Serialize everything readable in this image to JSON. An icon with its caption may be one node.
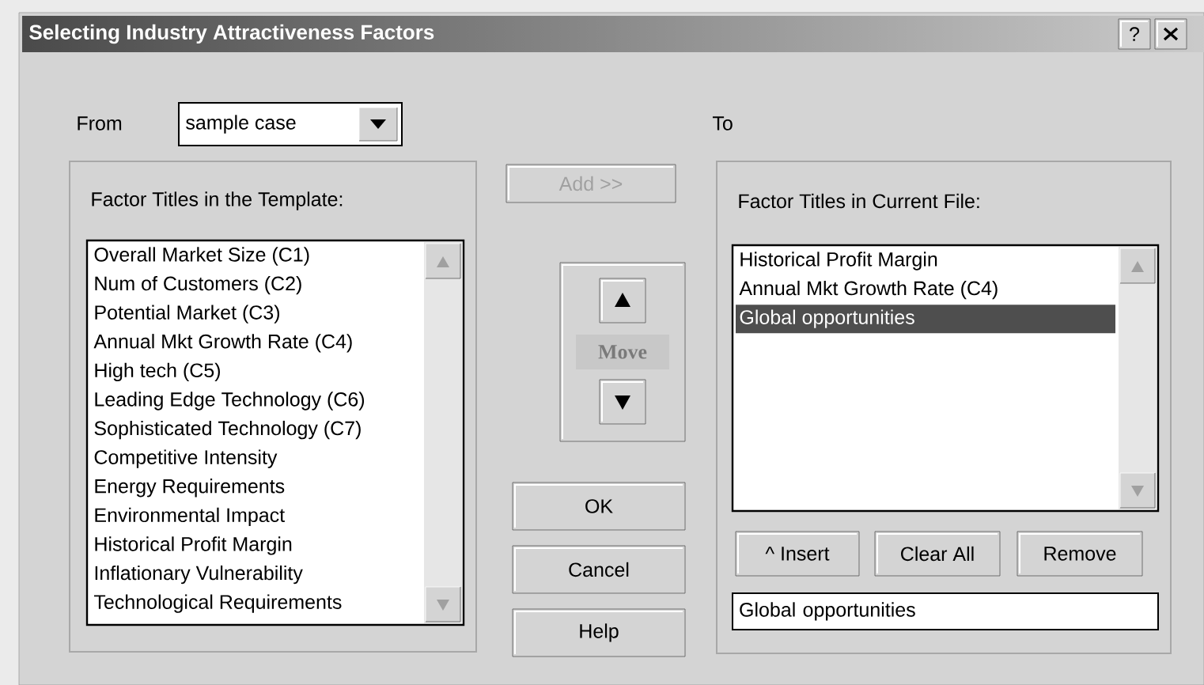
{
  "diagram": {
    "title": "Selecting Industry Attractiveness Factors",
    "nodes": [
      {
        "text": [],
        "shape": "box"
      },
      {
        "text": [
          "?"
        ],
        "in": 0
      },
      {
        "text": [],
        "shape": "box",
        "in": 0
      },
      {
        "text": [
          "sample case"
        ],
        "in": 0
      },
      {
        "text": [
          "Factor Titles in the Template:"
        ],
        "in": 0
      },
      {
        "text": [
          "Overall Market Size (C1)",
          "Num of Customers (C2)",
          "Potential Market (C3)",
          "Annual Mkt Growth Rate (C4)",
          "High tech (C5)",
          "Leading Edge Technology (C6)",
          "Sophisticated Technology (C7)",
          "Competitive Intensity",
          "Energy Requirements",
          "Environmental Impact",
          "Historical Profit Margin",
          "Inflationary Vulnerability",
          "Technological Requirements"
        ],
        "in": 4
      },
      {
        "text": [
          "Add >>"
        ],
        "in": 0
      },
      {
        "text": [
          "Move"
        ],
        "in": 0
      },
      {
        "text": [],
        "shape": "box",
        "in": 7
      },
      {
        "text": [],
        "shape": "box",
        "in": 7
      },
      {
        "text": [
          "OK"
        ],
        "in": 0
      },
      {
        "text": [
          "Cancel"
        ],
        "in": 0
      },
      {
        "text": [
          "Help"
        ],
        "in": 0
      },
      {
        "text": [
          "Factor Titles in Current File:"
        ],
        "in": 0
      },
      {
        "text": [
          "Historical Profit Margin",
          "Annual Mkt Growth Rate (C4)",
          "Global opportunities"
        ],
        "in": 13
      },
      {
        "text": [
          "^ Insert"
        ],
        "in": 13
      },
      {
        "text": [
          "Clear All"
        ],
        "in": 13
      },
      {
        "text": [
          "Remove"
        ],
        "in": 13
      },
      {
        "text": [
          "Global opportunities"
        ],
        "in": 13
      }
    ],
    "labels": [
      "From",
      "To"
    ]
  }
}
